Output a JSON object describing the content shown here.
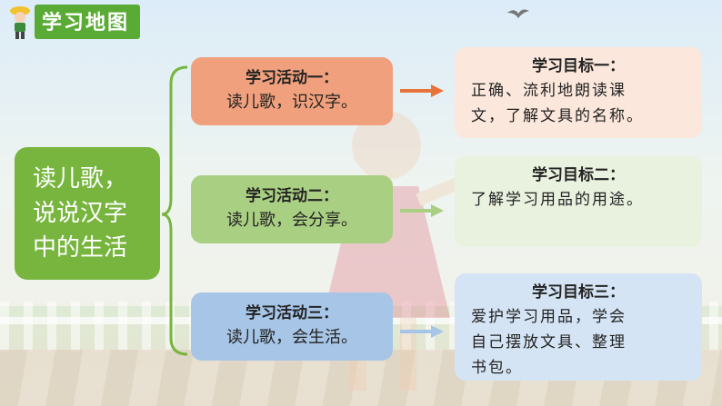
{
  "header": {
    "title": "学习地图",
    "avatar_icon": "student-avatar-icon"
  },
  "main_topic": {
    "lines": [
      "读儿歌，",
      "说说汉字",
      "中的生活"
    ]
  },
  "activities": [
    {
      "title": "学习活动一：",
      "desc": "读儿歌，识汉字。",
      "color": "#f0a07c",
      "arrow_color": "#e8733a"
    },
    {
      "title": "学习活动二：",
      "desc": "读儿歌，会分享。",
      "color": "#a9cf83",
      "arrow_color": "#a9cf83"
    },
    {
      "title": "学习活动三：",
      "desc": "读儿歌，会生活。",
      "color": "#a7c5e6",
      "arrow_color": "#a7c5e6"
    }
  ],
  "goals": [
    {
      "title": "学习目标一：",
      "lines": [
        "正确、流利地朗读课",
        "文，了解文具的名称。"
      ]
    },
    {
      "title": "学习目标二：",
      "lines": [
        "了解学习用品的用途。"
      ]
    },
    {
      "title": "学习目标三：",
      "lines": [
        "爱护学习用品，学会",
        "自己摆放文具、整理",
        "书包。"
      ]
    }
  ],
  "colors": {
    "brace": "#77b53e",
    "title_bg": "#5aab35"
  }
}
